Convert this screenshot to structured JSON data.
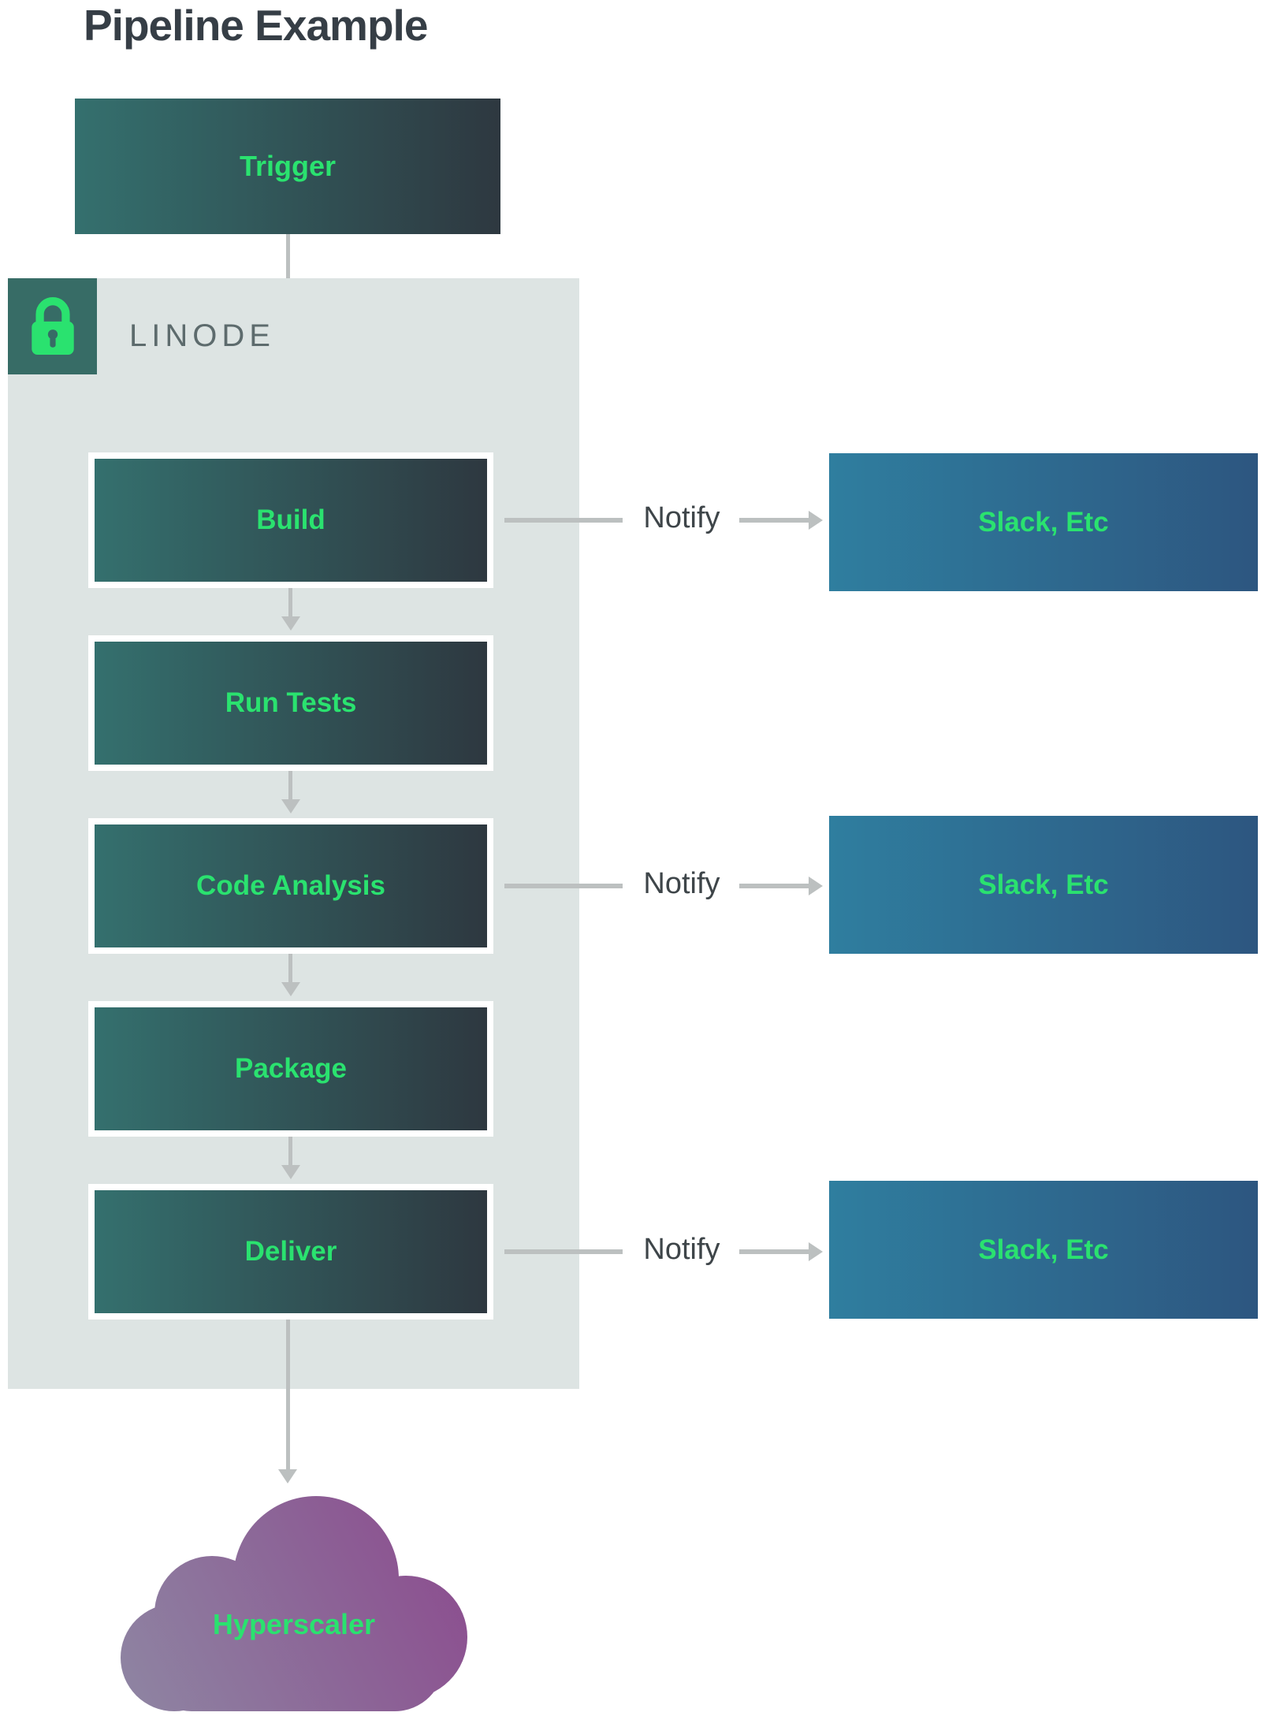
{
  "title": "Pipeline Example",
  "trigger": {
    "label": "Trigger"
  },
  "linode_group": {
    "label": "LINODE",
    "icon": "lock-icon"
  },
  "stages": [
    {
      "label": "Build"
    },
    {
      "label": "Run Tests"
    },
    {
      "label": "Code Analysis"
    },
    {
      "label": "Package"
    },
    {
      "label": "Deliver"
    }
  ],
  "notify_rows": [
    {
      "from": "Build",
      "label": "Notify",
      "target": "Slack, Etc"
    },
    {
      "from": "Code Analysis",
      "label": "Notify",
      "target": "Slack, Etc"
    },
    {
      "from": "Deliver",
      "label": "Notify",
      "target": "Slack, Etc"
    }
  ],
  "cloud": {
    "label": "Hyperscaler"
  },
  "colors": {
    "accent_green": "#2ae26f",
    "title_text": "#363e46",
    "muted_text": "#5d6b6d",
    "notify_text": "#3e4549",
    "stage_gradient_from": "#34706e",
    "stage_gradient_to": "#2e3840",
    "slack_gradient_from": "#2f7e9f",
    "slack_gradient_to": "#2d5680",
    "cloud_gradient_from": "#8e87a3",
    "cloud_gradient_to": "#8b4b8e",
    "badge_background": "#376c66",
    "group_background": "#dde4e3",
    "connector_gray": "#bcc0c0"
  }
}
